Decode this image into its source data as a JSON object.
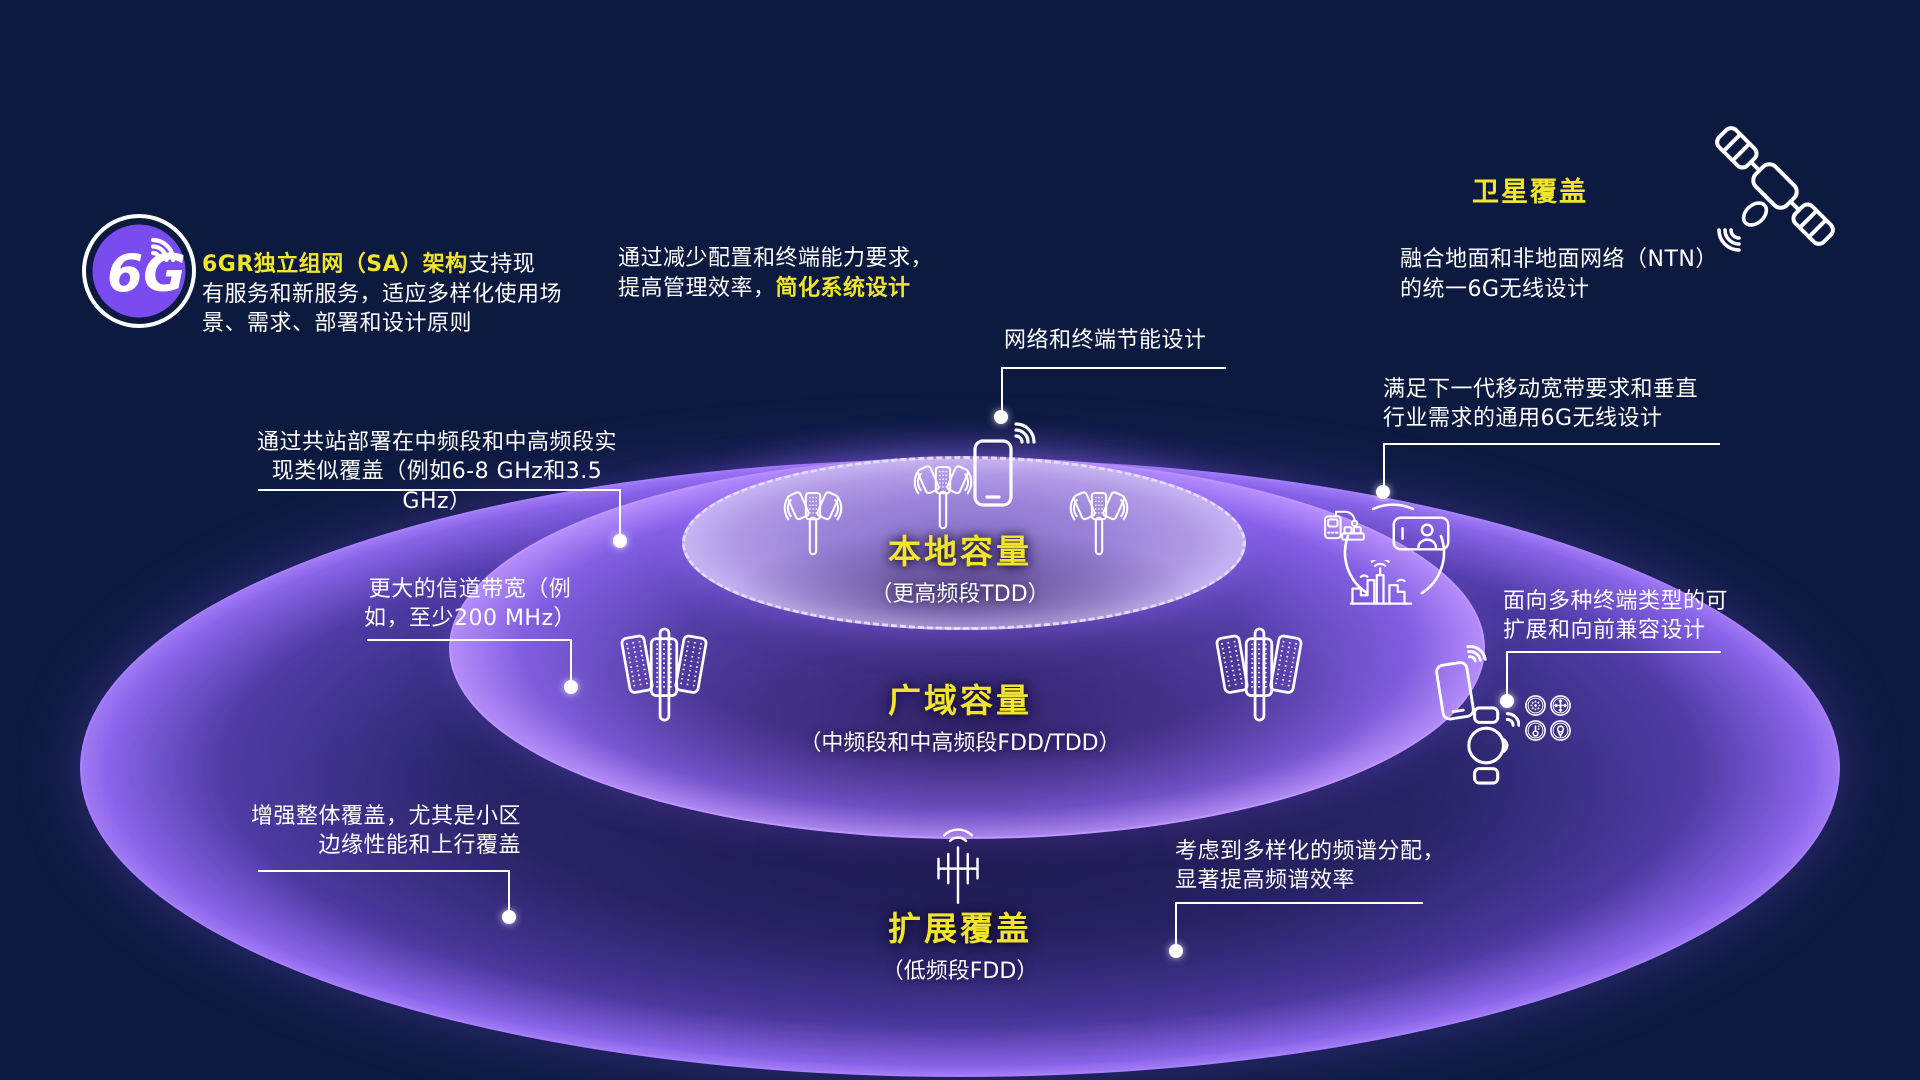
{
  "colors": {
    "background": "#0d1a40",
    "accent_yellow": "#f0e42c",
    "text_white": "#ffffff",
    "ellipse_rim_purple": "#a77ef5",
    "logo_purple": "#7a4cf0"
  },
  "logo": {
    "label": "6G"
  },
  "intro": {
    "highlight": "6GR独立组网（SA）架构",
    "body": "支持现\n有服务和新服务，适应多样化使用场\n景、需求、部署和设计原则"
  },
  "simplify_note": {
    "body": "通过减少配置和终端能力要求，\n提高管理效率，",
    "highlight": "简化系统设计"
  },
  "satellite": {
    "title": "卫星覆盖",
    "body": "融合地面和非地面网络（NTN）\n的统一6G无线设计"
  },
  "layers": {
    "local": {
      "title": "本地容量",
      "subtitle": "（更高频段TDD）"
    },
    "wide": {
      "title": "广域容量",
      "subtitle": "（中频段和中高频段FDD/TDD）"
    },
    "extended": {
      "title": "扩展覆盖",
      "subtitle": "（低频段FDD）"
    }
  },
  "callouts": {
    "energy_saving": {
      "text": "网络和终端节能设计"
    },
    "mbb_vertical": {
      "text": "满足下一代移动宽带要求和垂直\n行业需求的通用6G无线设计"
    },
    "co_site": {
      "text": "通过共站部署在中频段和中高频段实\n现类似覆盖（例如6-8 GHz和3.5 GHz）"
    },
    "bandwidth": {
      "text": "更大的信道带宽（例\n如，至少200 MHz）"
    },
    "coverage_boost": {
      "text": "增强整体覆盖，尤其是小区\n边缘性能和上行覆盖"
    },
    "device_types": {
      "text": "面向多种终端类型的可\n扩展和向前兼容设计"
    },
    "spectrum": {
      "text": "考虑到多样化的频谱分配，\n显著提高频谱效率"
    }
  },
  "icons": {
    "logo": "6g-badge-icon",
    "satellite": "satellite-icon",
    "small_cell": "small-cell-tower-icon",
    "macro_tower": "macro-tower-icon",
    "low_band_antenna": "dipole-antenna-icon",
    "smartphone": "smartphone-icon",
    "smartwatch": "smartwatch-icon",
    "sensors": [
      "fan-icon",
      "move-icon",
      "thermometer-icon",
      "location-pin-icon"
    ],
    "industry": "robot-arm-icon",
    "xr_display": "video-screen-icon",
    "smart_city": "smart-city-icon"
  }
}
